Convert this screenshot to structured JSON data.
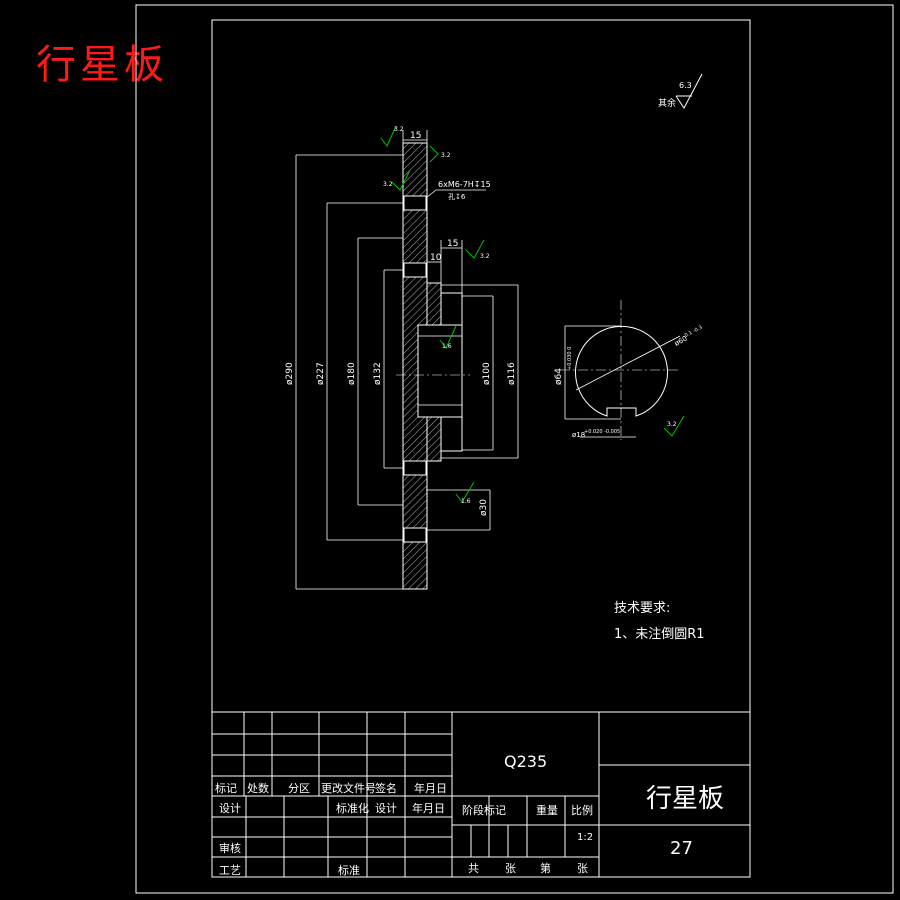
{
  "drawing_title": "行星板",
  "roughness": {
    "general": {
      "label": "其余",
      "value": "6.3"
    },
    "marks": [
      "3.2",
      "3.2",
      "3.2",
      "1.6",
      "1.6",
      "3.2",
      "3.2"
    ]
  },
  "callouts": {
    "thread": "6xM6-7H↧15",
    "thread_sub": "孔↧6"
  },
  "dimensions": {
    "d_outer": "ø290",
    "d_227": "ø227",
    "d_180": "ø180",
    "d_132": "ø132",
    "d_100": "ø100",
    "d_116": "ø116",
    "d_30": "ø30",
    "w_15_top": "15",
    "w_15_mid": "15",
    "w_10": "10",
    "section_dia": "ø64",
    "section_tol": "+0.030 0",
    "section_keyway": "ø18",
    "section_keyway_tol": "+0.020 -0.005",
    "section_chord": "ø60",
    "section_chord_tol": "-0.1 -0.3"
  },
  "tech_requirements": {
    "heading": "技术要求:",
    "items": [
      "1、未注倒圆R1"
    ]
  },
  "title_block": {
    "material": "Q235",
    "part_name": "行星板",
    "drawing_no": "27",
    "headers": [
      "标记",
      "处数",
      "分区",
      "更改文件号",
      "签名",
      "年月日"
    ],
    "row_design": [
      "设计",
      "标准化",
      "设计",
      "年月日"
    ],
    "row_check": "审核",
    "row_process": [
      "工艺",
      "标准"
    ],
    "stage_label": "阶段标记",
    "weight_label": "重量",
    "scale_label": "比例",
    "scale_value": "1:2",
    "sheet_labels": [
      "共",
      "张",
      "第",
      "张"
    ]
  },
  "colors": {
    "background": "#000000",
    "line": "#ffffff",
    "red_title": "#ff1a1a",
    "roughness_green": "#00c000"
  }
}
